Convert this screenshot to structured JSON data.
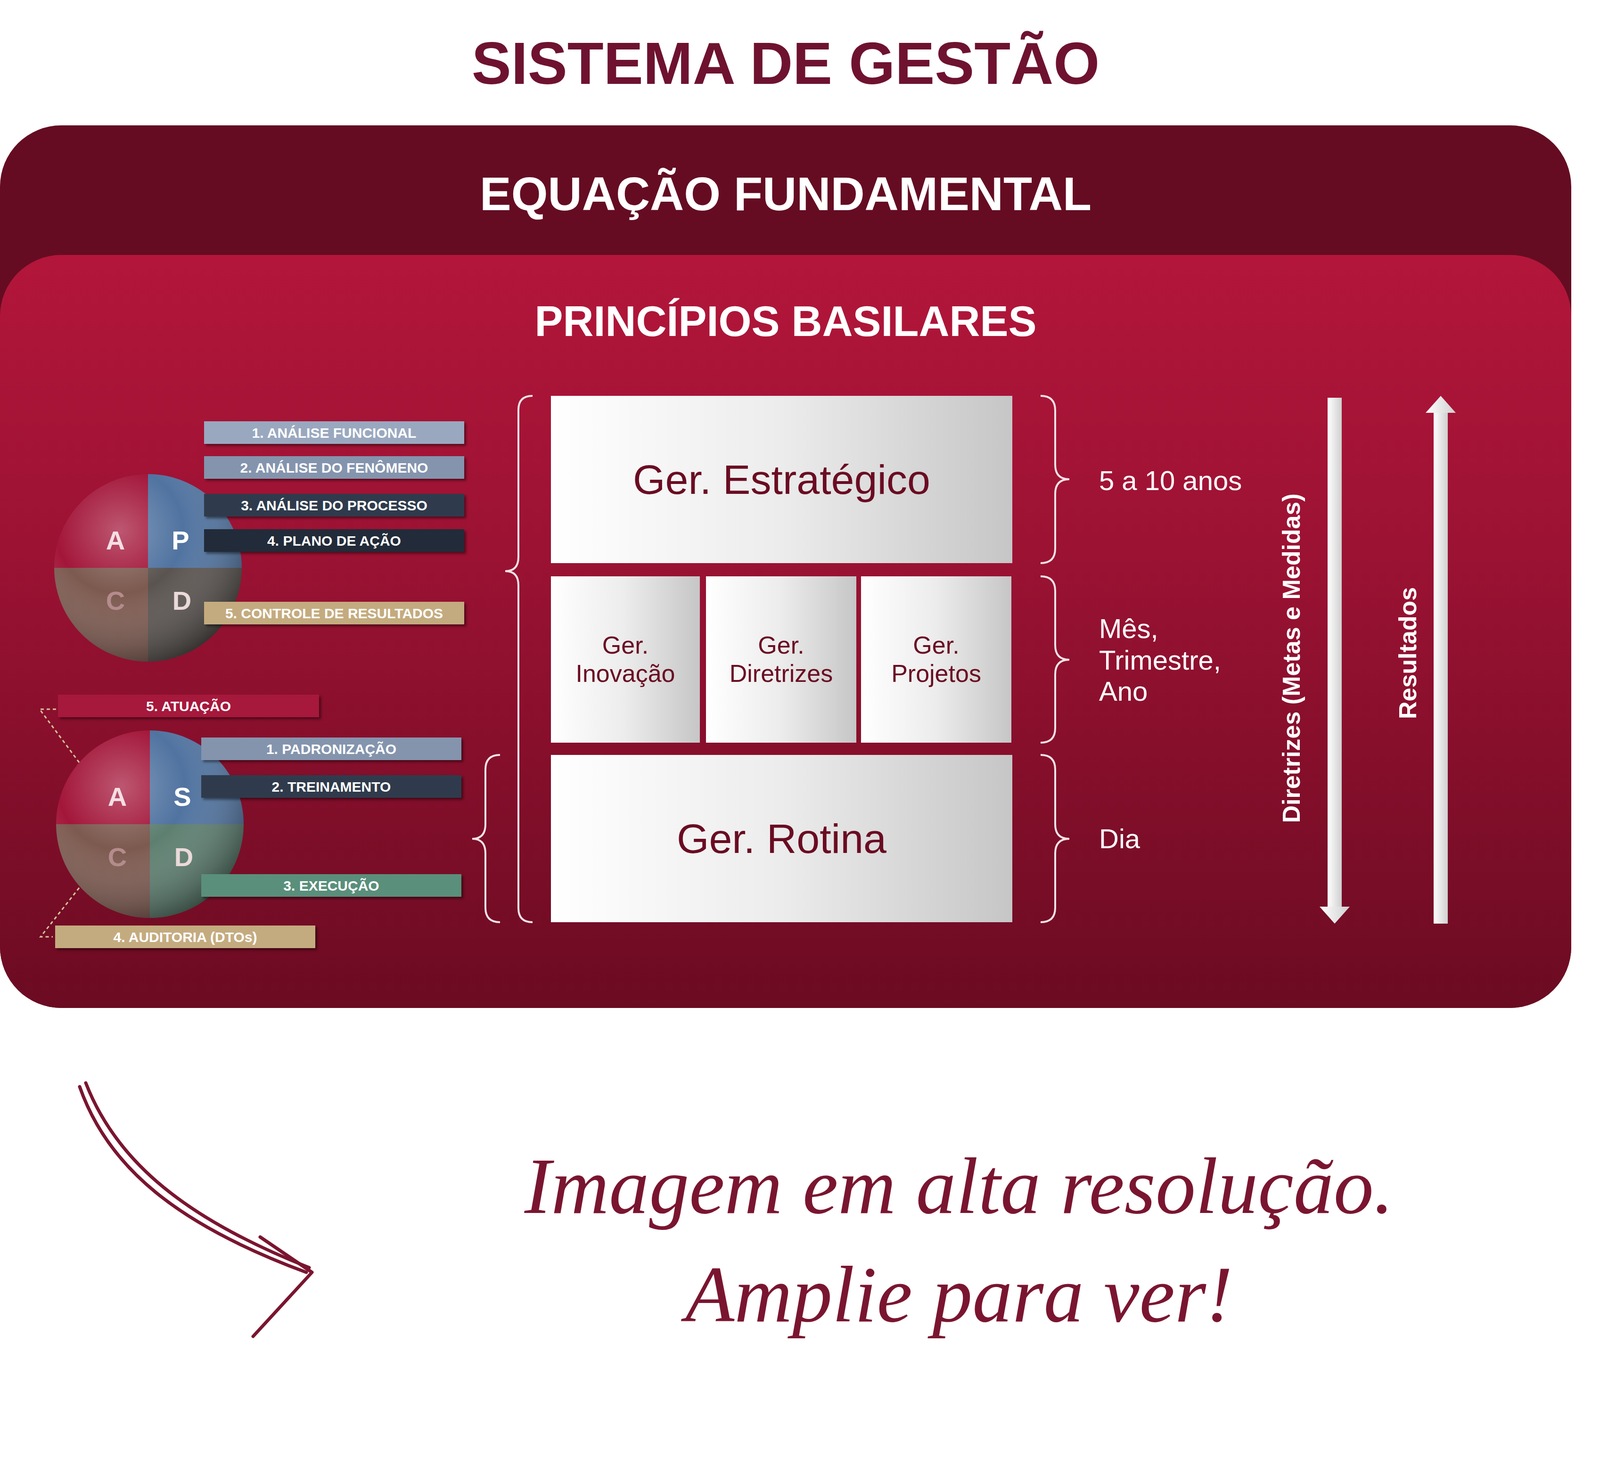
{
  "diagram": {
    "title": "SISTEMA DE GESTÃO",
    "caption": "Imagem em alta resolução. Amplie para ver!",
    "nodes": [
      {
        "text": [
          "EQUAÇÃO FUNDAMENTAL"
        ]
      },
      {
        "text": [
          "PRINCÍPIOS BASILARES"
        ],
        "in": 0
      },
      {
        "text": [
          "A",
          "P",
          "C",
          "D"
        ],
        "in": 1
      },
      {
        "text": [
          "1. ANÁLISE FUNCIONAL"
        ],
        "in": 1
      },
      {
        "text": [
          "2. ANÁLISE DO FENÔMENO"
        ],
        "in": 1
      },
      {
        "text": [
          "3. ANÁLISE DO PROCESSO"
        ],
        "in": 1
      },
      {
        "text": [
          "4. PLANO DE AÇÃO"
        ],
        "in": 1
      },
      {
        "text": [
          "5. CONTROLE DE RESULTADOS"
        ],
        "in": 1
      },
      {
        "text": [
          "5. ATUAÇÃO"
        ],
        "in": 1
      },
      {
        "text": [
          "A",
          "S",
          "C",
          "D"
        ],
        "in": 1
      },
      {
        "text": [
          "1. PADRONIZAÇÃO"
        ],
        "in": 1
      },
      {
        "text": [
          "2. TREINAMENTO"
        ],
        "in": 1
      },
      {
        "text": [
          "3. EXECUÇÃO"
        ],
        "in": 1
      },
      {
        "text": [
          "4. AUDITORIA (DTOs)"
        ],
        "in": 1
      },
      {
        "text": [
          "Ger. Estratégico"
        ],
        "in": 1
      },
      {
        "text": [
          "Ger. Inovação"
        ],
        "in": 1
      },
      {
        "text": [
          "Ger. Diretrizes"
        ],
        "in": 1
      },
      {
        "text": [
          "Ger. Projetos"
        ],
        "in": 1
      },
      {
        "text": [
          "Ger. Rotina"
        ],
        "in": 1
      }
    ],
    "labels": [
      "5 a 10 anos",
      "Mês, Trimestre, Ano",
      "Dia",
      "Diretrizes (Metas e Medidas)",
      "Resultados"
    ]
  }
}
